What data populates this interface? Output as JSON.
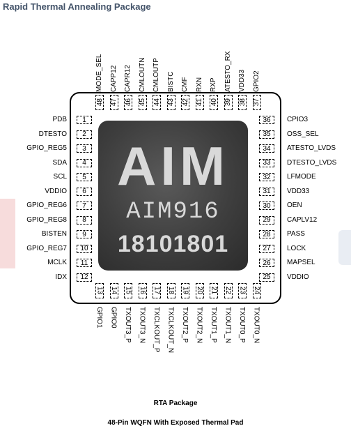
{
  "header": {
    "title": "Rapid Thermal Annealing Package"
  },
  "chip": {
    "logo": "AIM",
    "part": "AIM916",
    "date_code": "18101801"
  },
  "pins": {
    "left": [
      {
        "num": "1",
        "name": "PDB"
      },
      {
        "num": "2",
        "name": "DTESTO"
      },
      {
        "num": "3",
        "name": "GPIO_REG5"
      },
      {
        "num": "4",
        "name": "SDA"
      },
      {
        "num": "5",
        "name": "SCL"
      },
      {
        "num": "6",
        "name": "VDDIO"
      },
      {
        "num": "7",
        "name": "GPIO_REG6"
      },
      {
        "num": "8",
        "name": "GPIO_REG8"
      },
      {
        "num": "9",
        "name": "BISTEN"
      },
      {
        "num": "10",
        "name": "GPIO_REG7"
      },
      {
        "num": "11",
        "name": "MCLK"
      },
      {
        "num": "12",
        "name": "IDX"
      }
    ],
    "bottom": [
      {
        "num": "13",
        "name": "GPIO1"
      },
      {
        "num": "14",
        "name": "GPIO0"
      },
      {
        "num": "15",
        "name": "TXOUT3_P"
      },
      {
        "num": "16",
        "name": "TXOUT3_N"
      },
      {
        "num": "17",
        "name": "TXCLKOUT_P"
      },
      {
        "num": "18",
        "name": "TXCLKOUT_N"
      },
      {
        "num": "19",
        "name": "TXOUT2_P"
      },
      {
        "num": "20",
        "name": "TXOUT2_N"
      },
      {
        "num": "21",
        "name": "TXOUT1_P"
      },
      {
        "num": "22",
        "name": "TXOUT1_N"
      },
      {
        "num": "23",
        "name": "TXOUT0_P"
      },
      {
        "num": "24",
        "name": "TXOUT0_N"
      }
    ],
    "right": [
      {
        "num": "36",
        "name": "CPIO3"
      },
      {
        "num": "35",
        "name": "OSS_SEL"
      },
      {
        "num": "34",
        "name": "ATESTO_LVDS"
      },
      {
        "num": "33",
        "name": "DTESTO_LVDS"
      },
      {
        "num": "32",
        "name": "LFMODE"
      },
      {
        "num": "31",
        "name": "VDD33"
      },
      {
        "num": "30",
        "name": "OEN"
      },
      {
        "num": "29",
        "name": "CAPLV12"
      },
      {
        "num": "28",
        "name": "PASS"
      },
      {
        "num": "27",
        "name": "LOCK"
      },
      {
        "num": "26",
        "name": "MAPSEL"
      },
      {
        "num": "25",
        "name": "VDDIO"
      }
    ],
    "top": [
      {
        "num": "48",
        "name": "MODE_SEL"
      },
      {
        "num": "47",
        "name": "CAPP12"
      },
      {
        "num": "46",
        "name": "CAPR12"
      },
      {
        "num": "45",
        "name": "CMLOUTN"
      },
      {
        "num": "44",
        "name": "CMLOUTP"
      },
      {
        "num": "43",
        "name": "BISTC"
      },
      {
        "num": "42",
        "name": "CMF"
      },
      {
        "num": "41",
        "name": "RXN"
      },
      {
        "num": "40",
        "name": "RXP"
      },
      {
        "num": "39",
        "name": "ATESTO_RX"
      },
      {
        "num": "38",
        "name": "VDD33"
      },
      {
        "num": "37",
        "name": "GPIO2"
      }
    ]
  },
  "captions": {
    "package": "RTA Package",
    "description": "48-Pin WQFN With Exposed Thermal Pad"
  }
}
